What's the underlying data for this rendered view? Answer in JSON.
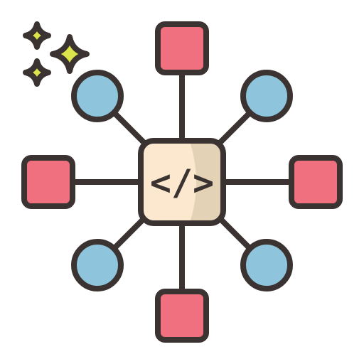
{
  "icon": {
    "name": "api-network-icon",
    "center_code_label": "</>",
    "colors": {
      "outline": "#3a3331",
      "center_fill": "#fbe8cf",
      "center_shade": "#e3d2b5",
      "square_fill": "#f0707f",
      "circle_fill": "#8ec5dd",
      "sparkle_fill": "#dce44b"
    },
    "satellite_nodes": [
      {
        "shape": "square",
        "direction": "top"
      },
      {
        "shape": "circle",
        "direction": "top-right"
      },
      {
        "shape": "square",
        "direction": "right"
      },
      {
        "shape": "circle",
        "direction": "bottom-right"
      },
      {
        "shape": "square",
        "direction": "bottom"
      },
      {
        "shape": "circle",
        "direction": "bottom-left"
      },
      {
        "shape": "square",
        "direction": "left"
      },
      {
        "shape": "circle",
        "direction": "top-left"
      }
    ],
    "sparkle_count": 3
  }
}
